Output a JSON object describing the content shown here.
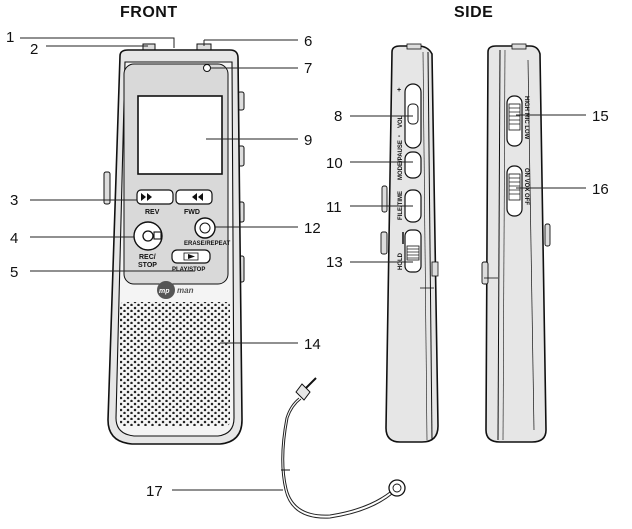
{
  "headings": {
    "front": "FRONT",
    "side": "SIDE"
  },
  "button_labels": {
    "rev": "REV",
    "fwd": "FWD",
    "rec_stop_1": "REC/",
    "rec_stop_2": "STOP",
    "erase_repeat": "ERASE/REPEAT",
    "play_stop": "PLAY/STOP",
    "brand_mp": "mp",
    "brand_man": "man"
  },
  "side_labels": {
    "vol": "VOL",
    "vol_plus": "+",
    "vol_minus": "-",
    "mode_pause": "MODE/PAUSE",
    "file_time": "FILE/TIME",
    "hold": "HOLD",
    "mic": "HIGH MIC LOW",
    "vox": "ON VOX OFF"
  },
  "callouts": [
    "1",
    "2",
    "3",
    "4",
    "5",
    "6",
    "7",
    "8",
    "9",
    "10",
    "11",
    "12",
    "13",
    "14",
    "15",
    "16",
    "17"
  ],
  "colors": {
    "line": "#111111",
    "body": "#e6e6e6",
    "screen": "#ffffff"
  }
}
